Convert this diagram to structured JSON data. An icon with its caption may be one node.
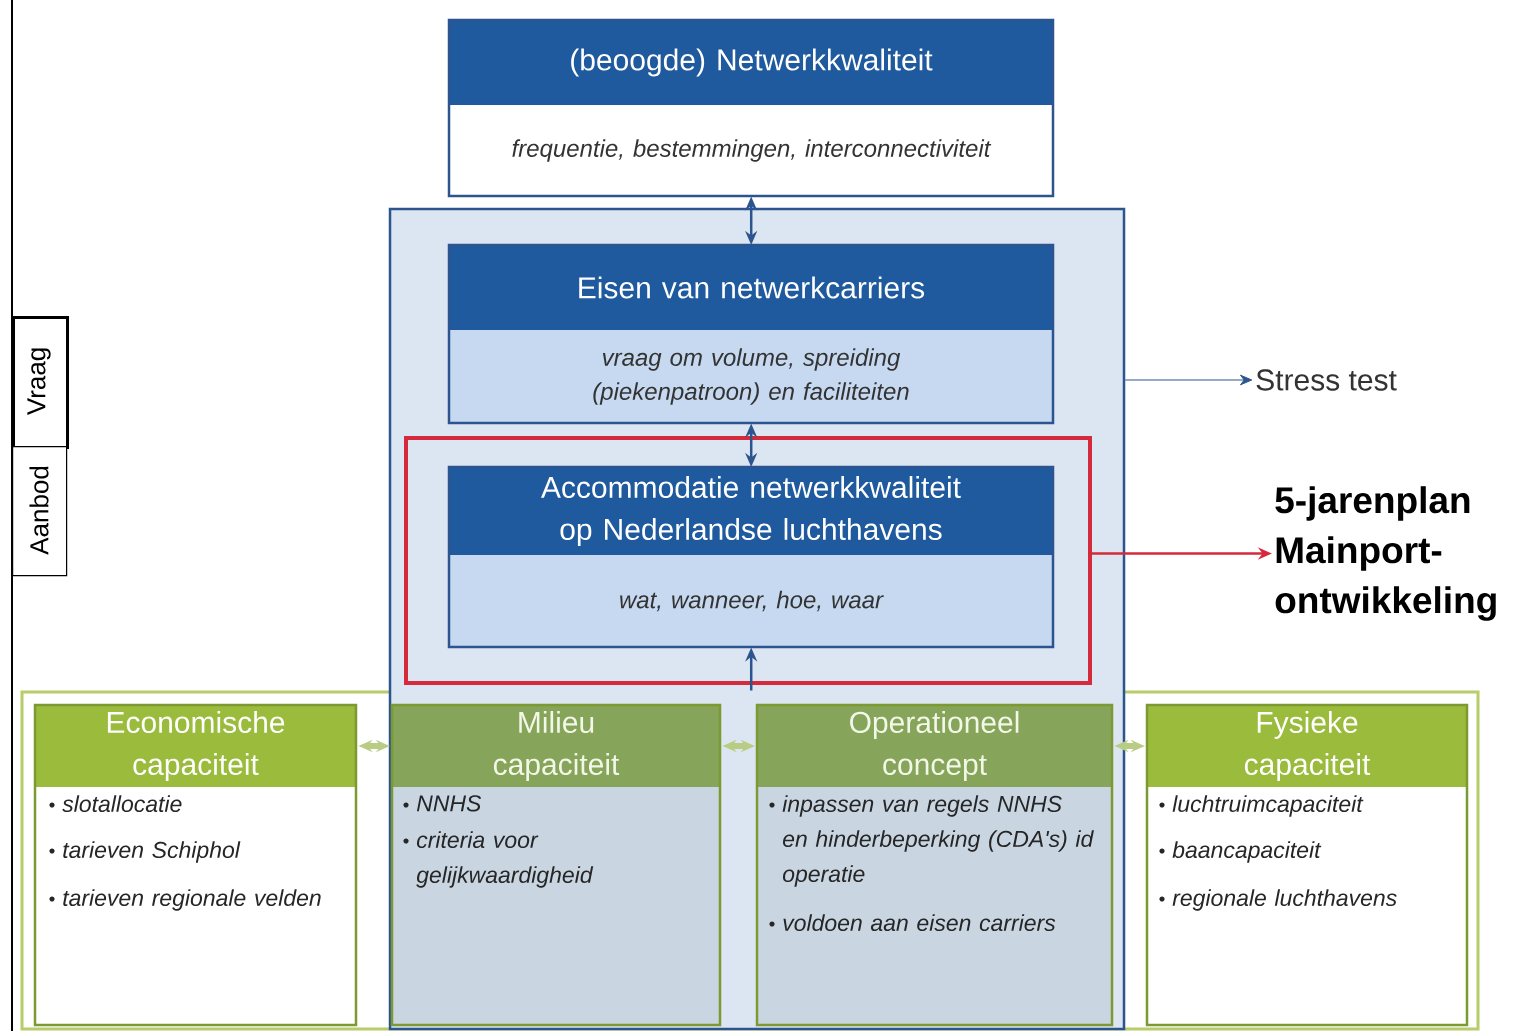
{
  "diagram": {
    "nodes": [
      {
        "text": [
          "(beoogde) Netwerkkwaliteit",
          "frequentie, bestemmingen, interconnectiviteit"
        ]
      },
      {
        "text": [],
        "shape": "box"
      },
      {
        "text": [
          "Eisen van netwerkcarriers",
          "vraag om volume, spreiding (piekenpatroon) en faciliteiten"
        ],
        "in": 1
      },
      {
        "text": [],
        "shape": "box",
        "in": 1
      },
      {
        "text": [
          "Accommodatie netwerkkwaliteit op Nederlandse luchthavens",
          "wat, wanneer, hoe, waar"
        ],
        "in": 3
      },
      {
        "text": [
          "Stress test"
        ]
      },
      {
        "text": [
          "5-jarenplan Mainport-ontwikkeling"
        ]
      },
      {
        "text": [],
        "shape": "box"
      },
      {
        "text": [
          "Economische capaciteit",
          "slotallocatie",
          "tarieven Schiphol",
          "tarieven regionale velden"
        ],
        "in": 7
      },
      {
        "text": [
          "Milieu capaciteit",
          "NNHS",
          "criteria voor gelijkwaardigheid"
        ]
      },
      {
        "text": [
          "Operationeel concept",
          "inpassen van regels NNHS en hinderbeperking (CDA's) id operatie",
          "voldoen aan eisen carriers"
        ]
      },
      {
        "text": [
          "Fysieke capaciteit",
          "luchtruimcapaciteit",
          "baancapaciteit",
          "regionale luchthavens"
        ],
        "in": 7
      },
      {
        "text": [
          "Vraag"
        ]
      },
      {
        "text": [
          "Aanbod"
        ]
      }
    ],
    "edges": [
      {
        "from": 0,
        "to": 2,
        "arrow": "both"
      },
      {
        "from": 2,
        "to": 4,
        "arrow": "both"
      },
      {
        "from": 7,
        "to": 4,
        "arrow": "to"
      },
      {
        "from": 1,
        "to": 5,
        "arrow": "to"
      },
      {
        "from": 3,
        "to": 6,
        "arrow": "to",
        "color": "#d42a3c"
      },
      {
        "from": 8,
        "to": 9,
        "arrow": "both",
        "style": "thick",
        "color": "#b9cc84"
      },
      {
        "from": 9,
        "to": 10,
        "arrow": "both",
        "style": "thick",
        "color": "#b9cc84"
      },
      {
        "from": 10,
        "to": 11,
        "arrow": "both",
        "style": "thick",
        "color": "#b9cc84"
      }
    ]
  }
}
